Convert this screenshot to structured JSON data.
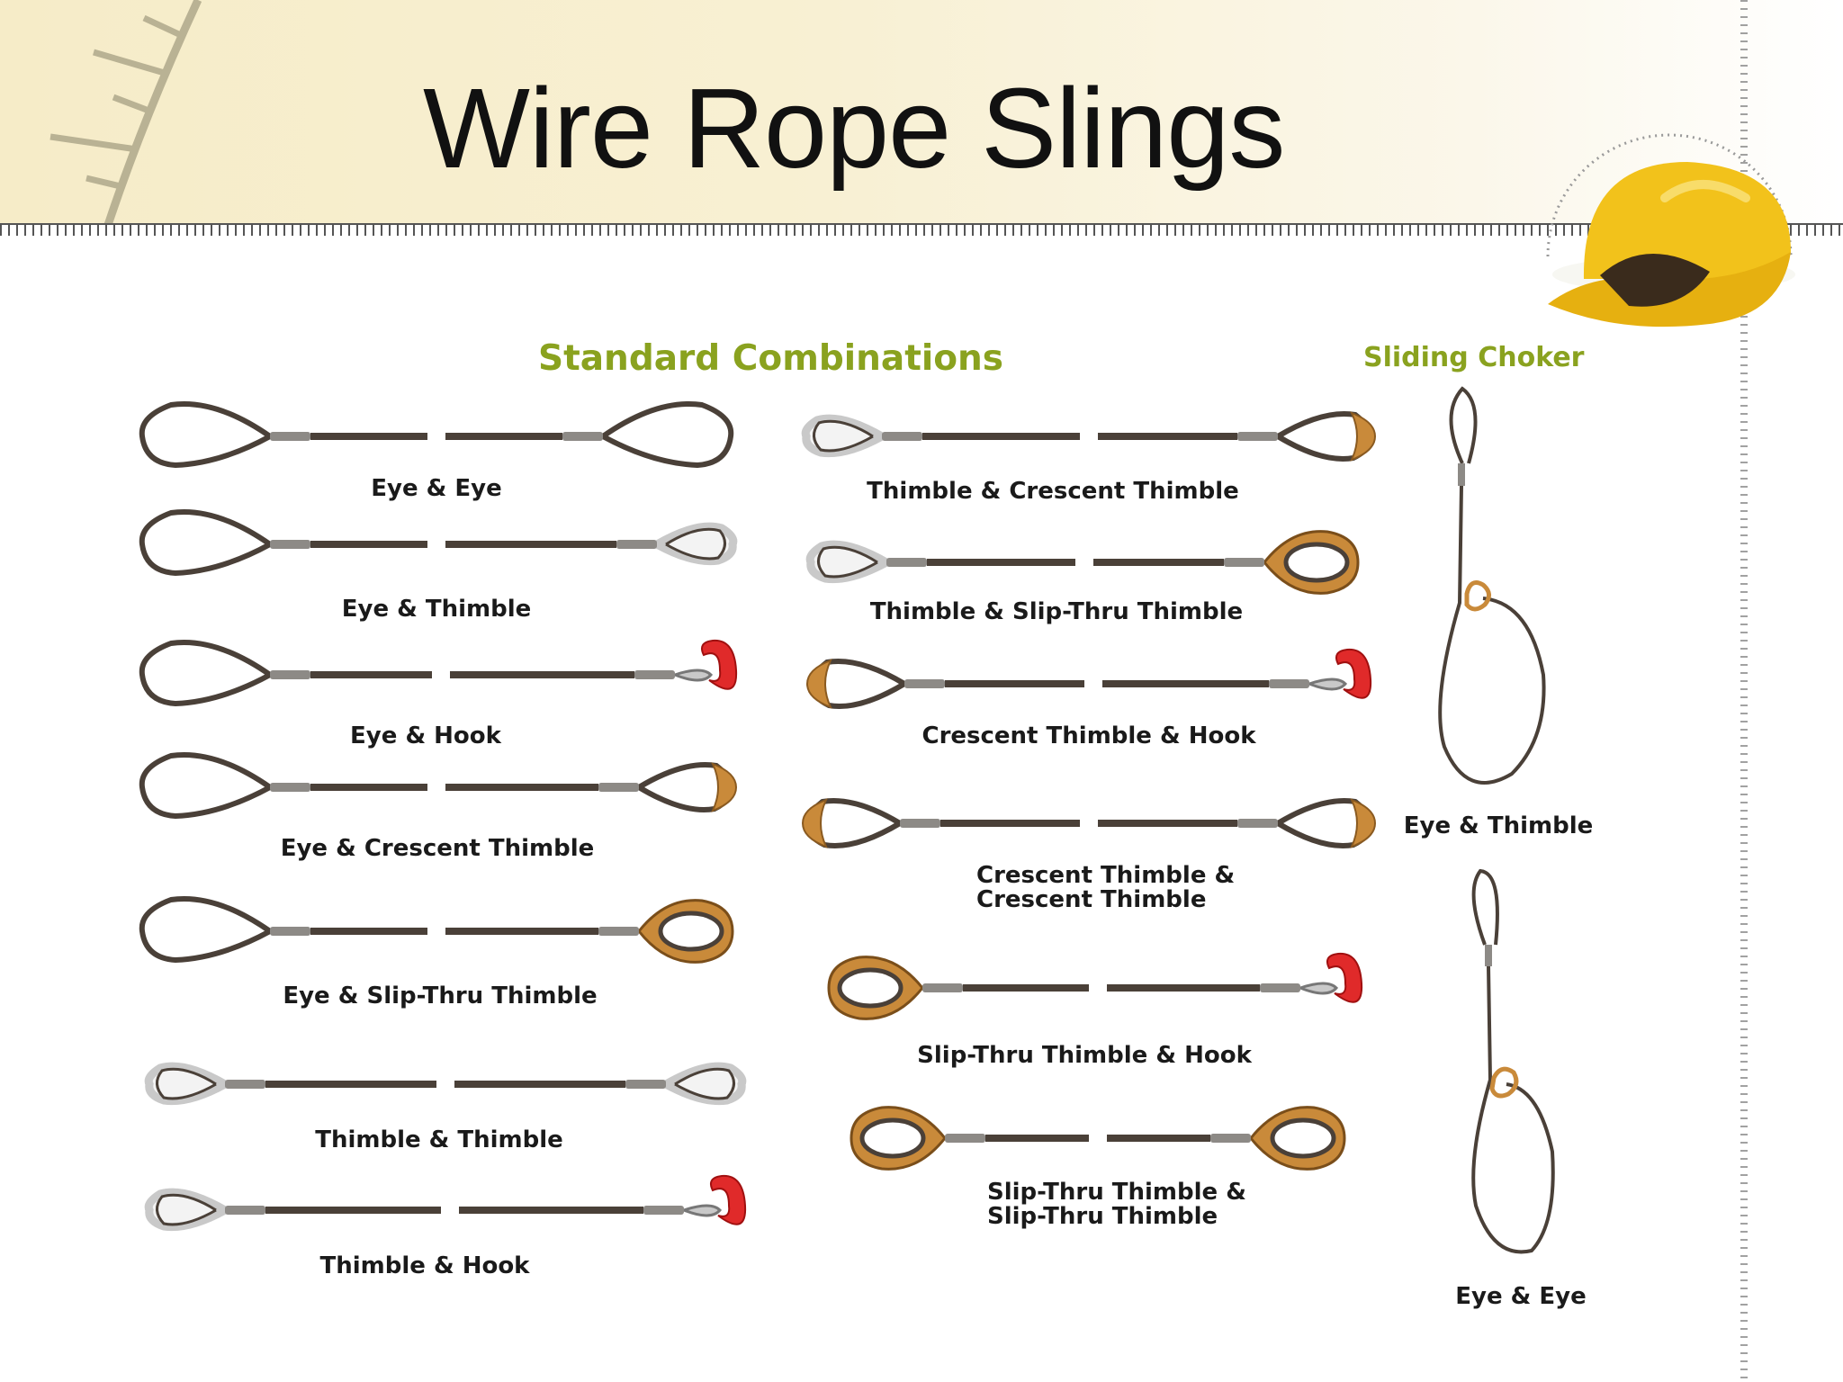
{
  "title": "Wire Rope Slings",
  "sections": {
    "standard": "Standard Combinations",
    "choker": "Sliding Choker"
  },
  "left_column": [
    {
      "label": "Eye & Eye",
      "ends": [
        "eye",
        "eye"
      ]
    },
    {
      "label": "Eye & Thimble",
      "ends": [
        "eye",
        "thimble"
      ]
    },
    {
      "label": "Eye & Hook",
      "ends": [
        "eye",
        "hook"
      ]
    },
    {
      "label": "Eye & Crescent Thimble",
      "ends": [
        "eye",
        "crescent"
      ]
    },
    {
      "label": "Eye & Slip-Thru Thimble",
      "ends": [
        "eye",
        "slipthru"
      ]
    },
    {
      "label": "Thimble & Thimble",
      "ends": [
        "thimble",
        "thimble"
      ]
    },
    {
      "label": "Thimble & Hook",
      "ends": [
        "thimble",
        "hook"
      ]
    }
  ],
  "middle_column": [
    {
      "label": "Thimble & Crescent Thimble",
      "ends": [
        "thimble",
        "crescent"
      ]
    },
    {
      "label": "Thimble & Slip-Thru Thimble",
      "ends": [
        "thimble",
        "slipthru"
      ]
    },
    {
      "label": "Crescent Thimble & Hook",
      "ends": [
        "crescent",
        "hook"
      ]
    },
    {
      "label_line1": "Crescent Thimble &",
      "label_line2": "Crescent Thimble",
      "ends": [
        "crescent",
        "crescent"
      ]
    },
    {
      "label": "Slip-Thru Thimble & Hook",
      "ends": [
        "slipthru",
        "hook"
      ]
    },
    {
      "label_line1": "Slip-Thru Thimble &",
      "label_line2": "Slip-Thru Thimble",
      "ends": [
        "slipthru",
        "slipthru"
      ]
    }
  ],
  "choker_column": [
    {
      "label": "Eye & Thimble"
    },
    {
      "label": "Eye & Eye"
    }
  ],
  "colors": {
    "rope": "#4a4038",
    "sleeve": "#8d8a86",
    "thimble": "#c9c9c9",
    "crescent": "#c98a3a",
    "hook": "#e02a2a",
    "heading": "#8aa21f",
    "helmet": "#f2c21b"
  }
}
